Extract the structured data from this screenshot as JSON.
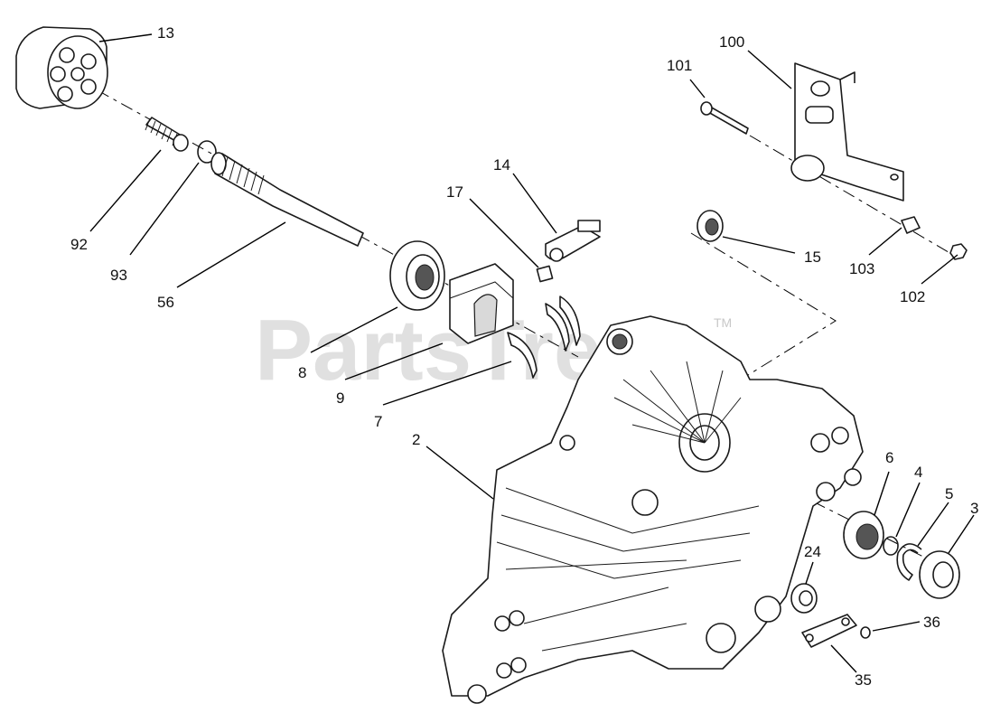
{
  "watermark": {
    "text": "PartsTree",
    "tm": "TM"
  },
  "callouts": {
    "p13": "13",
    "p92": "92",
    "p93": "93",
    "p56": "56",
    "p17": "17",
    "p14": "14",
    "p8": "8",
    "p9": "9",
    "p7": "7",
    "p2": "2",
    "p100": "100",
    "p101": "101",
    "p15": "15",
    "p103": "103",
    "p102": "102",
    "p6": "6",
    "p4": "4",
    "p5": "5",
    "p3": "3",
    "p24": "24",
    "p36": "36",
    "p35": "35"
  }
}
